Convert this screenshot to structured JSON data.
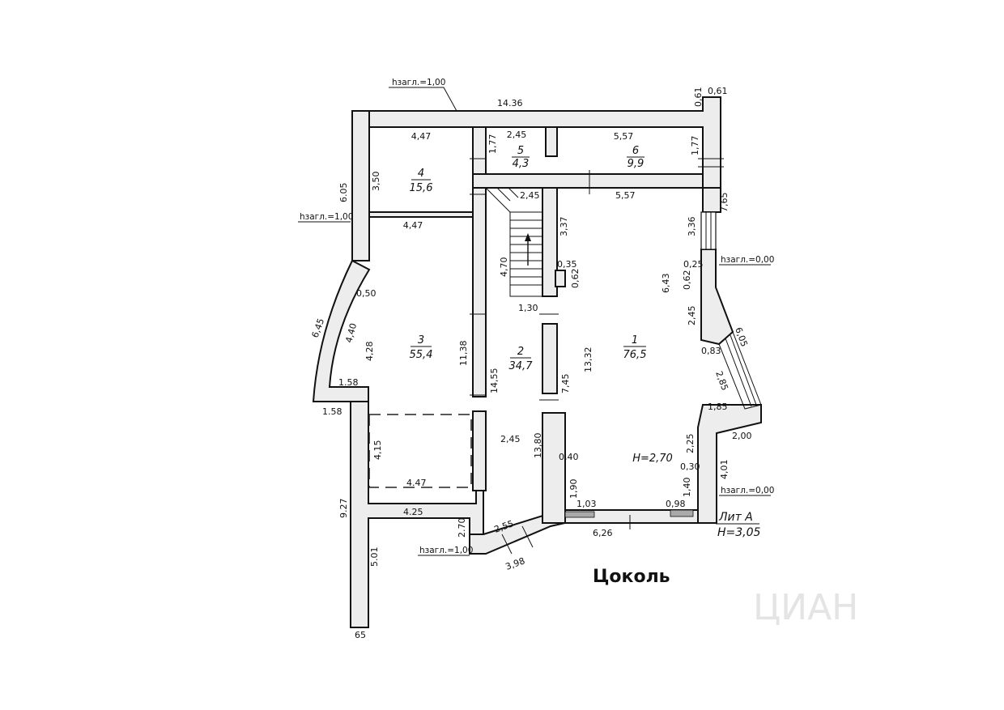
{
  "floor_title": "Цоколь",
  "watermark": "ЦИАН",
  "rooms": [
    {
      "id": "room-1",
      "number": "1",
      "area": "76,5"
    },
    {
      "id": "room-2",
      "number": "2",
      "area": "34,7"
    },
    {
      "id": "room-3",
      "number": "3",
      "area": "55,4"
    },
    {
      "id": "room-4",
      "number": "4",
      "area": "15,6"
    },
    {
      "id": "room-5",
      "number": "5",
      "area": "4,3"
    },
    {
      "id": "room-6",
      "number": "6",
      "area": "9,9"
    }
  ],
  "ceiling_height": "H=2,70",
  "lit": {
    "name": "Лит А",
    "height": "H=3,05"
  },
  "levels": {
    "top": "hзагл.=1,00",
    "left": "hзагл.=1,00",
    "right_upper": "hзагл.=0,00",
    "right_lower": "hзагл.=0,00",
    "bottom": "hзагл.=1,00"
  },
  "dimensions": {
    "top_total": "14.36",
    "top_right_a": "0,61",
    "top_right_b": "0,61",
    "r4_top": "4,47",
    "r5_top": "2,45",
    "r6_top": "5,57",
    "r5_side": "1,77",
    "r6_side": "1,77",
    "r4_side": "3,50",
    "left_upper": "6.05",
    "r3_top": "4,47",
    "stair_top": "2,45",
    "r1_top": "5,57",
    "stair_len": "4,70",
    "r1_wall_a": "3,37",
    "r1_step_a": "0,35",
    "r1_step_b": "0,62",
    "stair_bottom": "1,30",
    "right_3_36": "3,36",
    "right_7_65": "7,65",
    "right_0_25": "0,25",
    "right_0_62": "0,62",
    "r1_height": "6,43",
    "right_2_45": "2,45",
    "right_6_05": "6,05",
    "right_0_83": "0,83",
    "right_2_85": "2,85",
    "right_1_85": "1,85",
    "right_2_00": "2,00",
    "right_2_25": "2,25",
    "right_0_30": "0,30",
    "right_4_01": "4,01",
    "right_1_40": "1,40",
    "right_0_98": "0,98",
    "bay_outer": "6,45",
    "bay_inner": "4,40",
    "bay_a": "0,50",
    "bay_b": "4,28",
    "r3_height": "11,38",
    "r2_height": "14,55",
    "r2_b": "7,45",
    "r1_long": "13,32",
    "left_1_58_in": "1.58",
    "left_1_58_out": "1.58",
    "garage_h": "4,15",
    "garage_w": "4.47",
    "r2_width": "2,45",
    "r2_13_80": "13,80",
    "r1_0_40": "0,40",
    "left_9_27": "9.27",
    "bottom_4_25": "4.25",
    "bottom_2_70": "2.70",
    "bottom_2_55": "2,55",
    "r1_1_90": "1,90",
    "r1_1_03": "1,03",
    "bottom_6_26": "6,26",
    "left_5_01": "5.01",
    "bottom_3_98": "3,98",
    "bottom_65": "65"
  }
}
